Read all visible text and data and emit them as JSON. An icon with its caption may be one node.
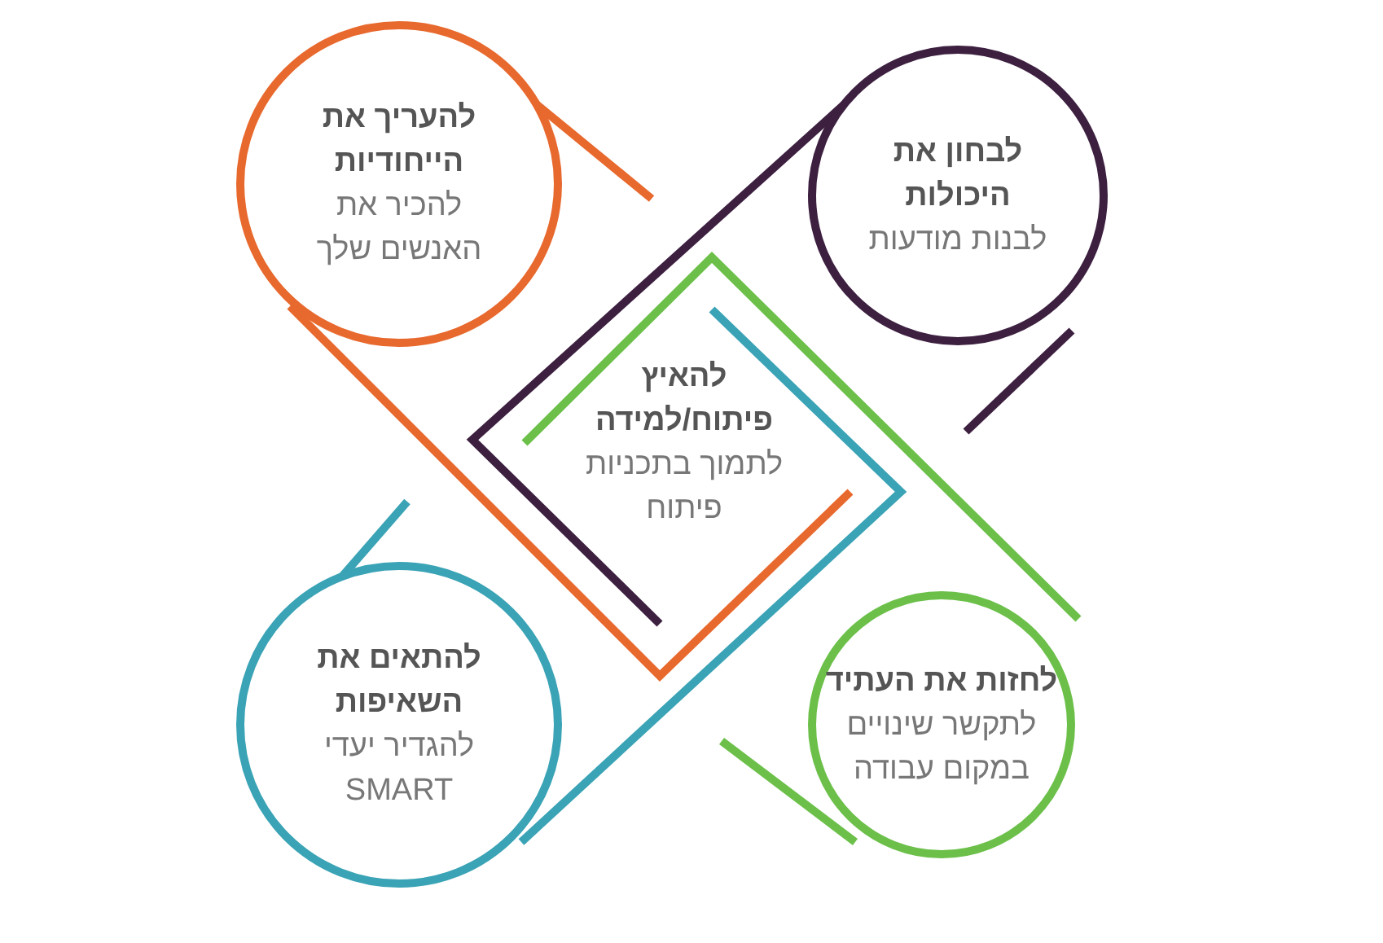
{
  "diagram": {
    "nodes": [
      {
        "text": [
          "להעריך את הייחודיות",
          "להכיר את האנשים שלך"
        ]
      },
      {
        "text": [
          "לבחון את היכולות",
          "לבנות מודעות"
        ]
      },
      {
        "text": [
          "להתאים את השאיפות",
          "להגדיר יעדי SMART"
        ]
      },
      {
        "text": [
          "לחזות את העתיד",
          "לתקשר שינויים במקום עבודה"
        ]
      }
    ],
    "labels": [
      "להאיץ פיתוח/למידה",
      "לתמוך בתכניות פיתוח"
    ]
  }
}
